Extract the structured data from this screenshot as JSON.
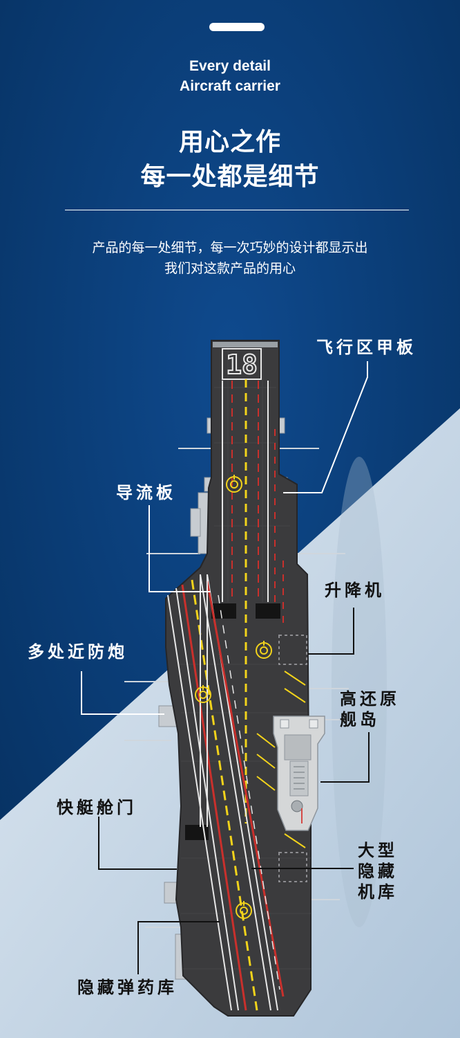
{
  "header": {
    "en_line1": "Every detail",
    "en_line2": "Aircraft carrier",
    "zh_line1": "用心之作",
    "zh_line2": "每一处都是细节",
    "subtitle_line1": "产品的每一处细节，每一次巧妙的设计都显示出",
    "subtitle_line2": "我们对这款产品的用心"
  },
  "deck_number": "18",
  "callouts": {
    "flight_deck": "飞行区甲板",
    "blast_deflector": "导流板",
    "elevator": "升降机",
    "ciws": "多处近防炮",
    "island_line1": "高还原",
    "island_line2": "舰岛",
    "boat_hatch": "快艇舱门",
    "hangar_line1": "大型",
    "hangar_line2": "隐藏",
    "hangar_line3": "机库",
    "magazine": "隐藏弹药库"
  },
  "colors": {
    "bg_top": "#0b3d78",
    "bg_light": "#c9d9e8",
    "deck": "#3b3b3d",
    "deck_edge": "#2a2a2c",
    "stripe_yellow": "#f2d31b",
    "stripe_red": "#c9302c",
    "stripe_white": "#e8e8e8",
    "island": "#d5d7d8"
  }
}
